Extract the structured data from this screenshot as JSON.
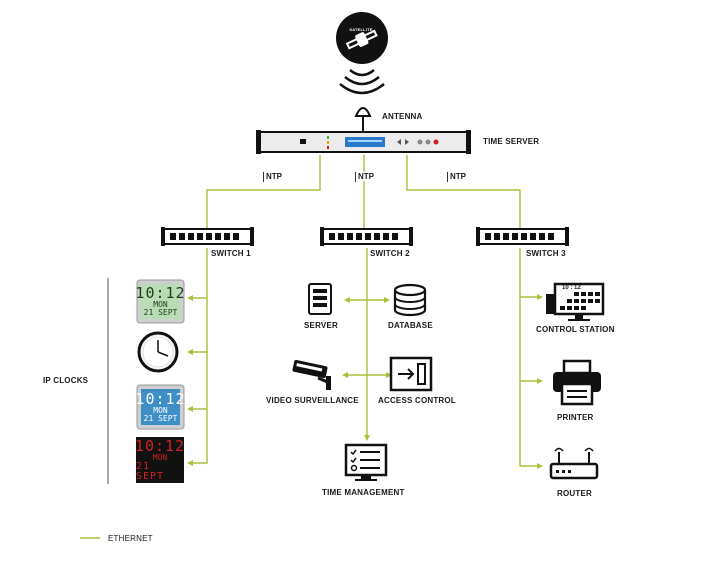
{
  "satellite": {
    "label": "SATELLITE"
  },
  "antenna": {
    "label": "ANTENNA"
  },
  "time_server": {
    "label": "TIME SERVER"
  },
  "links": {
    "ntp1": "NTP",
    "ntp2": "NTP",
    "ntp3": "NTP"
  },
  "switches": {
    "s1": "SWITCH 1",
    "s2": "SWITCH 2",
    "s3": "SWITCH 3"
  },
  "ip_clocks": {
    "label": "IP CLOCKS",
    "green": {
      "time": "10:12",
      "day": "MON",
      "date": "21 SEPT"
    },
    "blue": {
      "time": "10:12",
      "day": "MON",
      "date": "21 SEPT"
    },
    "red": {
      "time": "10:12",
      "day": "MON",
      "date": "21 SEPT"
    }
  },
  "devices": {
    "server": "SERVER",
    "database": "DATABASE",
    "video": "VIDEO SURVEILLANCE",
    "access": "ACCESS CONTROL",
    "time_mgmt": "TIME MANAGEMENT",
    "control_station": "CONTROL STATION",
    "control_station_time": "10 : 12",
    "printer": "PRINTER",
    "router": "ROUTER"
  },
  "legend": {
    "ethernet": "ETHERNET"
  },
  "colors": {
    "ethernet": "#a6c23a",
    "dark": "#1a1a1a",
    "lcd_green": "#b9dcb6",
    "lcd_blue": "#3f8fc7",
    "led_red": "#d12020"
  }
}
